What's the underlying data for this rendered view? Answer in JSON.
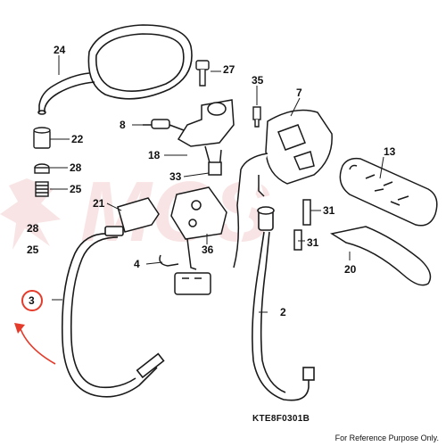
{
  "callouts": {
    "c24": "24",
    "c27": "27",
    "c35": "35",
    "c7": "7",
    "c8": "8",
    "c22": "22",
    "c18": "18",
    "c28a": "28",
    "c25a": "25",
    "c33": "33",
    "c13": "13",
    "c21": "21",
    "c31a": "31",
    "c28b": "28",
    "c25b": "25",
    "c36": "36",
    "c31b": "31",
    "c4": "4",
    "c20": "20",
    "c3": "3",
    "c2": "2"
  },
  "diagram_code": "KTE8F0301B",
  "footer_note": "For Reference Purpose Only.",
  "colors": {
    "line": "#1a1a1a",
    "highlight": "#e53b2b",
    "watermark": "#f4cfcf"
  },
  "watermark_text": "MCS"
}
